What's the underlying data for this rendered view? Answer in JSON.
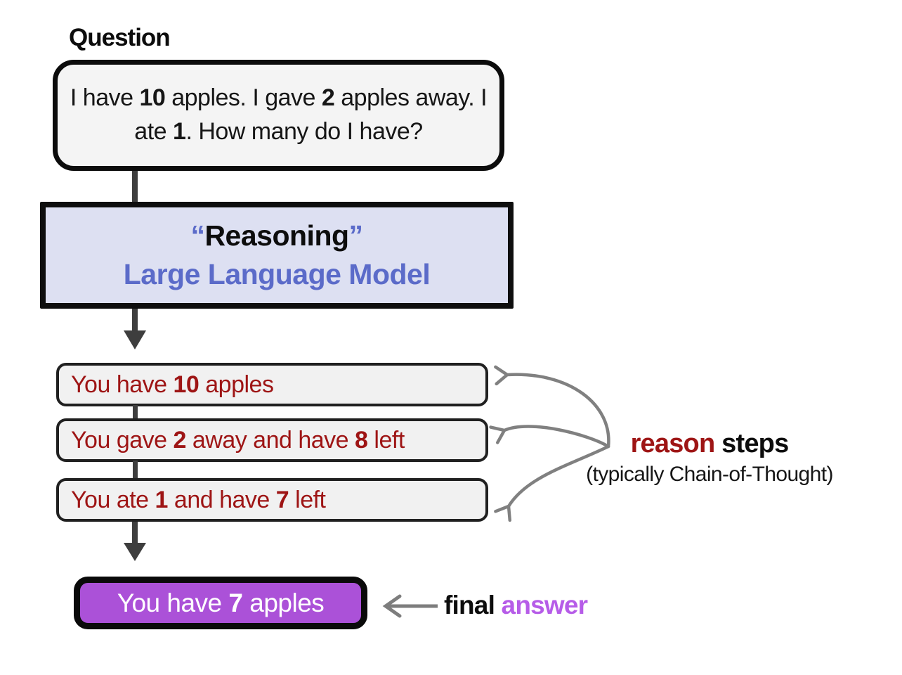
{
  "diagram": {
    "question": {
      "label": "Question",
      "text_parts": [
        {
          "text": "I have "
        },
        {
          "text": "10",
          "bold": true
        },
        {
          "text": " apples. I gave "
        },
        {
          "text": "2",
          "bold": true
        },
        {
          "text": " apples away. I ate "
        },
        {
          "text": "1",
          "bold": true
        },
        {
          "text": ". How many do I have?"
        }
      ]
    },
    "llm_box": {
      "line1_parts": [
        {
          "text": "“",
          "bold": true,
          "color": "#5b6bc9"
        },
        {
          "text": "Reasoning",
          "bold": true
        },
        {
          "text": "”",
          "bold": true,
          "color": "#5b6bc9"
        }
      ],
      "line2_parts": [
        {
          "text": "Large Language Model",
          "bold": true,
          "color": "#5b6bc9"
        }
      ]
    },
    "steps": [
      {
        "parts": [
          {
            "text": "You have "
          },
          {
            "text": "10",
            "bold": true
          },
          {
            "text": " apples"
          }
        ]
      },
      {
        "parts": [
          {
            "text": "You gave "
          },
          {
            "text": "2",
            "bold": true
          },
          {
            "text": " away and have "
          },
          {
            "text": "8",
            "bold": true
          },
          {
            "text": " left"
          }
        ]
      },
      {
        "parts": [
          {
            "text": "You ate "
          },
          {
            "text": "1",
            "bold": true
          },
          {
            "text": " and have "
          },
          {
            "text": "7",
            "bold": true
          },
          {
            "text": " left"
          }
        ]
      }
    ],
    "reason_annotation": {
      "title_parts": [
        {
          "text": "reason",
          "bold": true,
          "color": "#9e1515"
        },
        {
          "text": " steps",
          "bold": true,
          "color": "#0d0d0d"
        }
      ],
      "subtitle": "(typically Chain-of-Thought)"
    },
    "final_answer": {
      "box_parts": [
        {
          "text": "You have "
        },
        {
          "text": "7",
          "bold": true
        },
        {
          "text": " apples"
        }
      ],
      "label_parts": [
        {
          "text": "final ",
          "bold": true,
          "color": "#0d0d0d"
        },
        {
          "text": "answer",
          "bold": true,
          "color": "#b65ce8"
        }
      ]
    }
  },
  "colors": {
    "flow_arrow": "#3e3e3e",
    "annotation_arrow": "#808080",
    "step_text": "#9e1515",
    "llm_accent": "#5b6bc9",
    "llm_box_bg": "#dde0f2",
    "final_box_bg": "#ab51d8",
    "final_answer_accent": "#b65ce8",
    "panel_bg": "#f2f2f2"
  }
}
